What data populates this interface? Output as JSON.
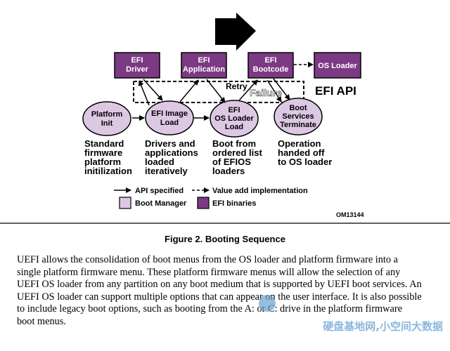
{
  "diagram": {
    "top_boxes": [
      {
        "line1": "EFI",
        "line2": "Driver"
      },
      {
        "line1": "EFI",
        "line2": "Application"
      },
      {
        "line1": "EFI",
        "line2": "Bootcode"
      }
    ],
    "os_loader": "OS Loader",
    "efi_api": "EFI API",
    "retry": "Retry",
    "failure": "Failure",
    "ovals": [
      {
        "lines": [
          "Platform",
          "Init"
        ]
      },
      {
        "lines": [
          "EFI Image",
          "Load"
        ]
      },
      {
        "lines": [
          "EFI",
          "OS Loader",
          "Load"
        ]
      },
      {
        "lines": [
          "Boot",
          "Services",
          "Terminate"
        ]
      }
    ],
    "descriptions": [
      {
        "lines": [
          "Standard",
          "firmware",
          "platform",
          "initilization"
        ]
      },
      {
        "lines": [
          "Drivers and",
          "applications",
          "loaded",
          "iteratively"
        ]
      },
      {
        "lines": [
          "Boot from",
          "ordered list",
          "of EFIOS",
          "loaders"
        ]
      },
      {
        "lines": [
          "Operation",
          "handed off",
          "to OS loader"
        ]
      }
    ],
    "legend": {
      "api": "API specified",
      "value_add": "Value add implementation",
      "boot_manager": "Boot Manager",
      "efi_binaries": "EFI binaries"
    },
    "figure_id": "OM13144",
    "colors": {
      "efi_binary": "#7b3a83",
      "boot_manager": "#ddc8e4"
    }
  },
  "caption": "Figure 2. Booting Sequence",
  "body_lines": [
    "UEFI allows the consolidation of boot menus from the OS loader and platform firmware into a",
    "single platform firmware menu. These platform firmware menus will allow the selection of any",
    "UEFI OS loader from any partition on any boot medium that is supported by UEFI boot services. An",
    "UEFI OS loader can support multiple options that can appear on the user interface. It is also possible",
    "to include legacy boot options, such as booting from the A: or C: drive in the platform firmware",
    "boot menus."
  ],
  "watermark": "硬盘基地网,小空间大数据"
}
